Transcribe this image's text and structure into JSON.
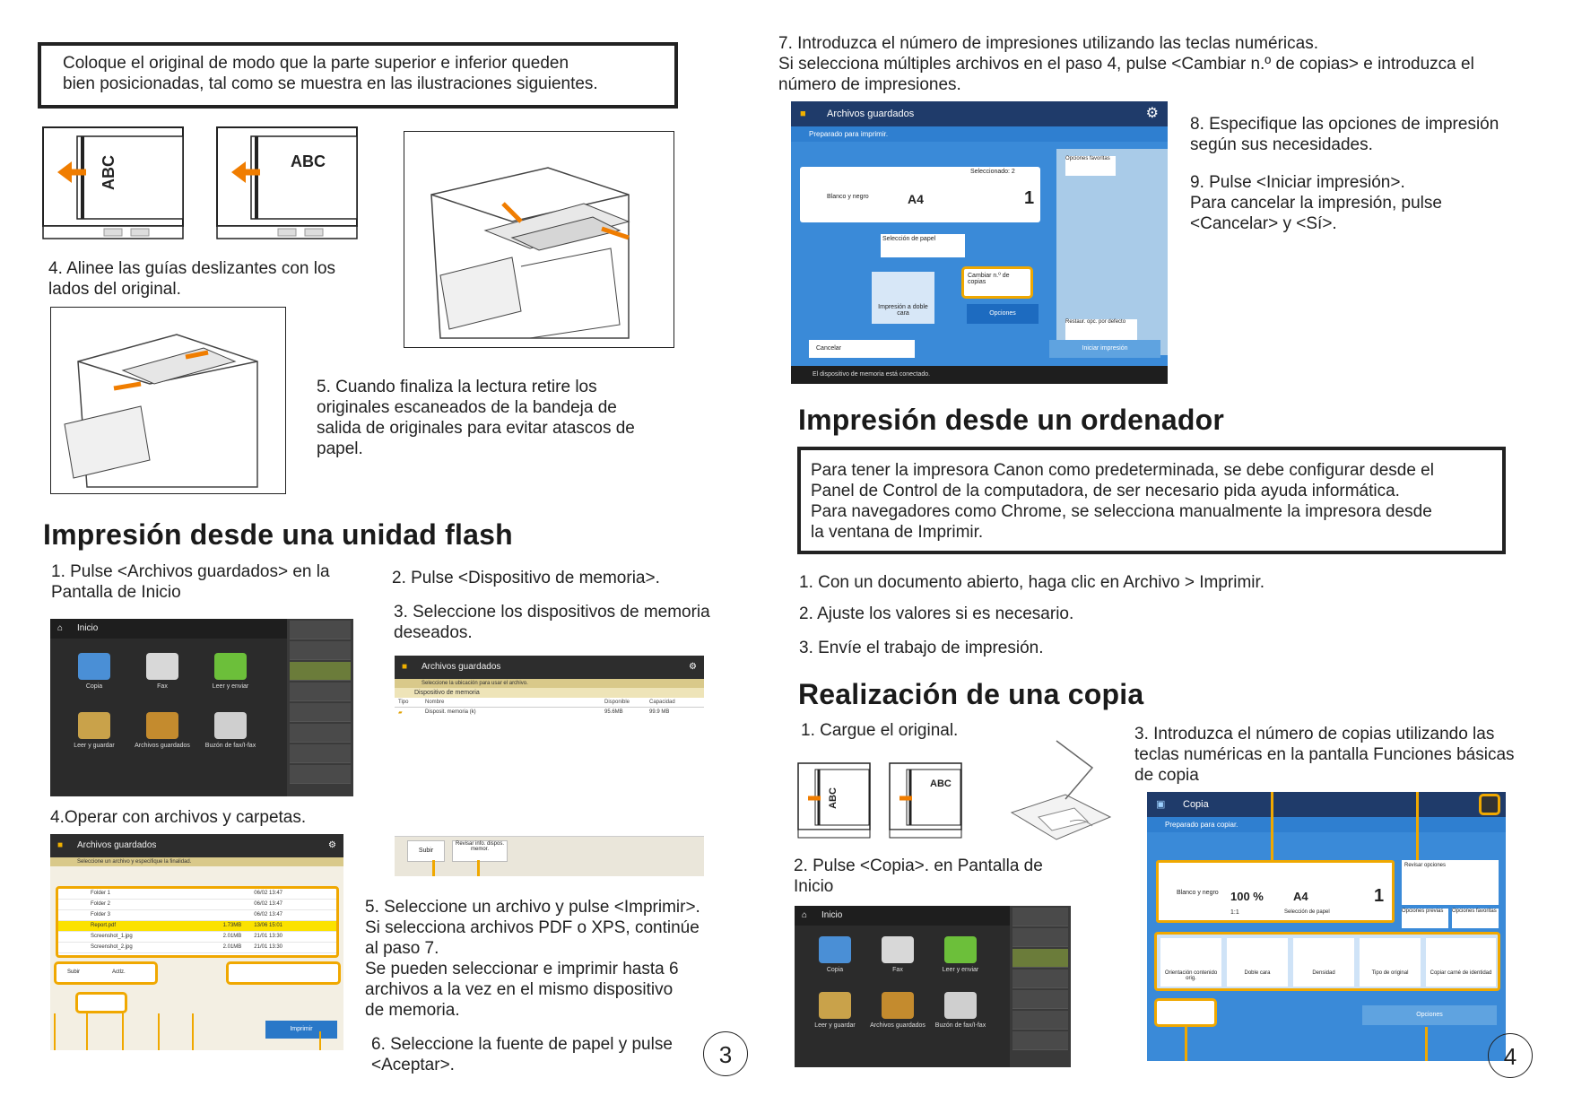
{
  "left": {
    "note_box": "Coloque el original de modo que la parte superior e inferior queden\nbien posicionadas, tal como se muestra en las ilustraciones siguientes.",
    "abc1": "ABC",
    "abc2": "ABC",
    "step4": "4. Alinee las guías deslizantes con los\nlados del original.",
    "step5": "5. Cuando finaliza la lectura retire los\noriginales escaneados de la bandeja de\nsalida de originales para evitar atascos de\npapel.",
    "flash_title": "Impresión desde una unidad flash",
    "flash_step1": "1. Pulse <Archivos guardados> en la\nPantalla de Inicio",
    "flash_step2": "2. Pulse <Dispositivo de memoria>.",
    "flash_step3": "3. Seleccione los dispositivos de memoria\ndeseados.",
    "flash_step4": "4.Operar con archivos y carpetas.",
    "flash_step5": "5. Seleccione un archivo y pulse <Imprimir>.\nSi selecciona archivos PDF o XPS, continúe\nal paso 7.\nSe pueden seleccionar e imprimir hasta 6\narchivos a la vez en el mismo dispositivo\nde memoria.",
    "flash_step6": "6. Seleccione la fuente de papel y pulse\n<Aceptar>.",
    "page_number": "3",
    "home_screen": {
      "title": "Inicio",
      "tiles": [
        "Copia",
        "Fax",
        "Leer y enviar",
        "Leer y guardar",
        "Archivos guardados",
        "Buzón de fax/I-fax"
      ]
    },
    "stored_screen_a": {
      "title": "Archivos guardados",
      "subtitle": "Seleccione la ubicación para usar el archivo.",
      "row_header": "Dispositivo de memoria",
      "col1": "Tipo",
      "col2": "Nombre",
      "col3": "Disponible",
      "col4": "Capacidad",
      "item": "Disposit. memoria (k)",
      "available": "95.6MB",
      "capacity": "99.9 MB"
    },
    "stored_screen_b": {
      "title": "Archivos guardados",
      "subtitle": "Seleccione un archivo y especifique la finalidad.",
      "files": [
        {
          "name": "Folder 1",
          "date": "06/02 13:47"
        },
        {
          "name": "Folder 2",
          "date": "06/02 13:47"
        },
        {
          "name": "Folder 3",
          "date": "06/02 13:47"
        },
        {
          "name": "Report.pdf",
          "size": "1.73MB",
          "date": "13/06 15:01"
        },
        {
          "name": "Screenshot_1.jpg",
          "size": "2.01MB",
          "date": "21/01 13:30"
        },
        {
          "name": "Screenshot_2.jpg",
          "size": "2.01MB",
          "date": "21/01 13:30"
        }
      ],
      "btn_subir": "Subir",
      "btn_actualizar": "Actlz.",
      "btn_print": "Imprimir"
    },
    "small_toolbar": {
      "btn_subir": "Subir",
      "btn_revisar": "Revisar info. dispos. memor."
    }
  },
  "right": {
    "step7": "7. Introduzca el número de impresiones utilizando las teclas numéricas.\nSi selecciona múltiples archivos en el paso 4, pulse <Cambiar n.º de copias> e introduzca el\nnúmero de impresiones.",
    "step8": "8. Especifique las opciones de impresión\nsegún sus necesidades.",
    "step9": "9. Pulse <Iniciar impresión>.\nPara cancelar la impresión, pulse\n<Cancelar> y <Sí>.",
    "print_screen": {
      "title": "Archivos guardados",
      "status": "Preparado para imprimir.",
      "selected": "Seleccionado: 2",
      "color": "Blanco y negro",
      "paper": "A4",
      "copies": "1",
      "paper_select": "Selección de papel",
      "duplex": "Impresión a doble cara",
      "change_copies": "Cambiar n.º de copias",
      "options": "Opciones",
      "fav": "Opciones favoritas",
      "reset": "Restaur. opc. por defecto",
      "cancel": "Cancelar",
      "start": "Iniciar impresión",
      "footer": "El dispositivo de memoria está conectado."
    },
    "pc_title": "Impresión desde un ordenador",
    "pc_box": "Para tener la impresora Canon como predeterminada, se debe configurar desde el\nPanel de Control de la computadora, de ser necesario pida ayuda informática.\nPara navegadores como Chrome, se selecciona manualmente la impresora desde\nla ventana de Imprimir.",
    "pc_step1": "1. Con un documento abierto, haga clic en Archivo > Imprimir.",
    "pc_step2": "2. Ajuste los valores si es necesario.",
    "pc_step3": "3. Envíe el trabajo de impresión.",
    "copy_title": "Realización de una copia",
    "copy_step1": "1. Cargue el original.",
    "copy_step2": "2. Pulse <Copia>. en Pantalla de\nInicio",
    "copy_step3": "3. Introduzca el número de copias utilizando las\nteclas numéricas en la pantalla Funciones básicas\nde copia",
    "abc3": "ABC",
    "abc4": "ABC",
    "copy_screen": {
      "title": "Copia",
      "status": "Preparado para copiar.",
      "color": "Blanco y negro",
      "zoom": "100 %",
      "paper": "A4",
      "copies": "1",
      "ratio": "1:1",
      "paper_select": "Selección de papel",
      "check": "Revisar opciones",
      "options": "Opciones previas",
      "fav": "Opciones favoritas",
      "btn1": "Orientación contenido orig.",
      "btn2": "Doble cara",
      "btn3": "Densidad",
      "btn4": "Tipo de original",
      "btn5": "Copiar carné de identidad",
      "options_btn": "Opciones"
    },
    "page_number": "4"
  }
}
